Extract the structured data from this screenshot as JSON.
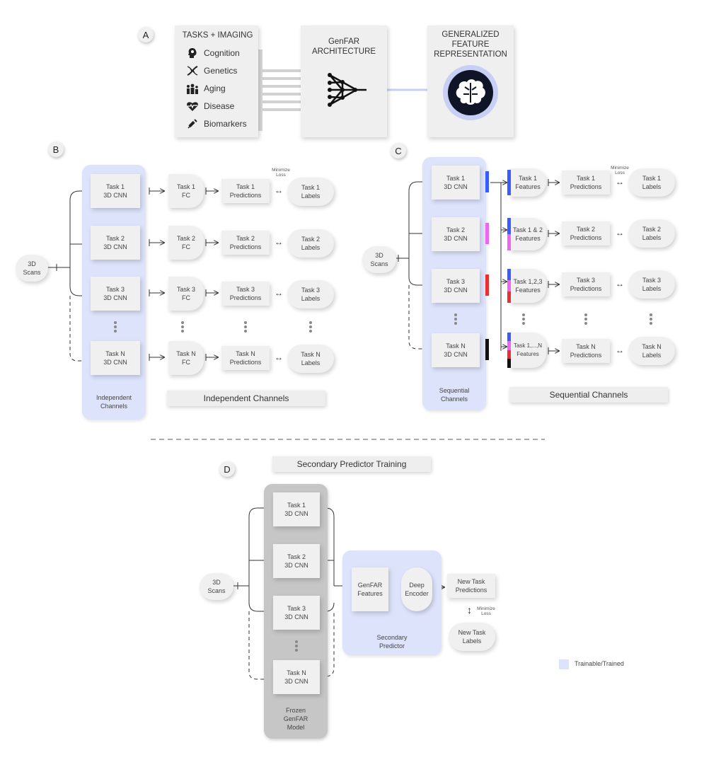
{
  "panel_a": {
    "badge": "A",
    "tasks_title": "TASKS + IMAGING",
    "categories": [
      {
        "label": "Cognition",
        "icon": "head-brain-icon"
      },
      {
        "label": "Genetics",
        "icon": "dna-icon"
      },
      {
        "label": "Aging",
        "icon": "people-icon"
      },
      {
        "label": "Disease",
        "icon": "heartbeat-icon"
      },
      {
        "label": "Biomarkers",
        "icon": "syringe-icon"
      }
    ],
    "architecture_title": "GenFAR\nARCHITECTURE",
    "representation_title": "GENERALIZED\nFEATURE\nREPRESENTATION"
  },
  "panel_b": {
    "badge": "B",
    "input": "3D\nScans",
    "cnn": [
      "Task 1\n3D CNN",
      "Task 2\n3D CNN",
      "Task 3\n3D CNN",
      "Task N\n3D CNN"
    ],
    "fc": [
      "Task 1\nFC",
      "Task 2\nFC",
      "Task 3\nFC",
      "Task N\nFC"
    ],
    "predictions": [
      "Task 1\nPredictions",
      "Task 2\nPredictions",
      "Task 3\nPredictions",
      "Task N\nPredictions"
    ],
    "labels": [
      "Task 1\nLabels",
      "Task 2\nLabels",
      "Task 3\nLabels",
      "Task N\nLabels"
    ],
    "minimize_loss": "Minimize\nLoss",
    "panel_label": "Independent\nChannels",
    "banner": "Independent Channels"
  },
  "panel_c": {
    "badge": "C",
    "input": "3D\nScans",
    "cnn": [
      "Task 1\n3D CNN",
      "Task 2\n3D CNN",
      "Task 3\n3D CNN",
      "Task N\n3D CNN"
    ],
    "features": [
      "Task 1\nFeatures",
      "Task 1 & 2\nFeatures",
      "Task 1,2,3\nFeatures",
      "Task 1,...,N\nFeatures"
    ],
    "predictions": [
      "Task 1\nPredictions",
      "Task 2\nPredictions",
      "Task 3\nPredictions",
      "Task N\nPredictions"
    ],
    "labels": [
      "Task 1\nLabels",
      "Task 2\nLabels",
      "Task 3\nLabels",
      "Task N\nLabels"
    ],
    "minimize_loss": "Minimize\nLoss",
    "panel_label": "Sequential\nChannels",
    "banner": "Sequential Channels",
    "colors": [
      "#3a5bff",
      "#ee66ee",
      "#e83030",
      "#111111"
    ]
  },
  "panel_d": {
    "badge": "D",
    "banner": "Secondary Predictor Training",
    "input": "3D\nScans",
    "cnn": [
      "Task 1\n3D CNN",
      "Task 2\n3D CNN",
      "Task 3\n3D CNN",
      "Task N\n3D CNN"
    ],
    "frozen_label": "Frozen\nGenFAR\nModel",
    "genfar_features": "GenFAR\nFeatures",
    "deep_encoder": "Deep\nEncoder",
    "secondary_label": "Secondary\nPredictor",
    "new_predictions": "New Task\nPredictions",
    "new_labels": "New Task\nLabels",
    "minimize_loss": "Minimize\nLoss"
  },
  "legend": {
    "label": "Trainable/Trained",
    "color": "#dde3fb"
  },
  "arrows": {
    "double": "↔",
    "vertical": "↕"
  }
}
